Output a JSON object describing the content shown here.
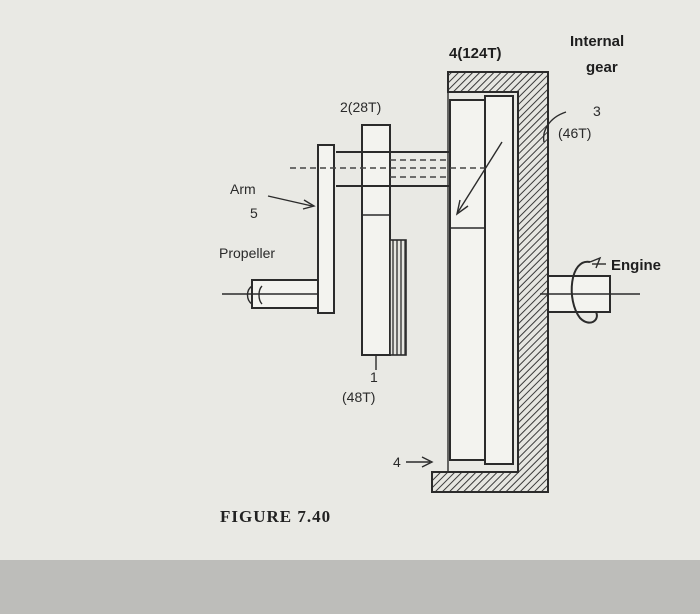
{
  "figure": {
    "caption": "FIGURE 7.40",
    "labels": {
      "gear4_outer": "4(124T)",
      "internal_gear_line1": "Internal",
      "internal_gear_line2": "gear",
      "gear2": "2(28T)",
      "gear3_num": "3",
      "gear3_teeth": "(46T)",
      "arm_line1": "Arm",
      "arm_line2": "5",
      "propeller": "Propeller",
      "engine": "Engine",
      "gear1_num": "1",
      "gear1_teeth": "(48T)",
      "gear4_pointer": "4"
    }
  },
  "colors": {
    "paper": "#e9e9e4",
    "ink": "#2b2b2b",
    "hatch": "#3a3a3a"
  }
}
